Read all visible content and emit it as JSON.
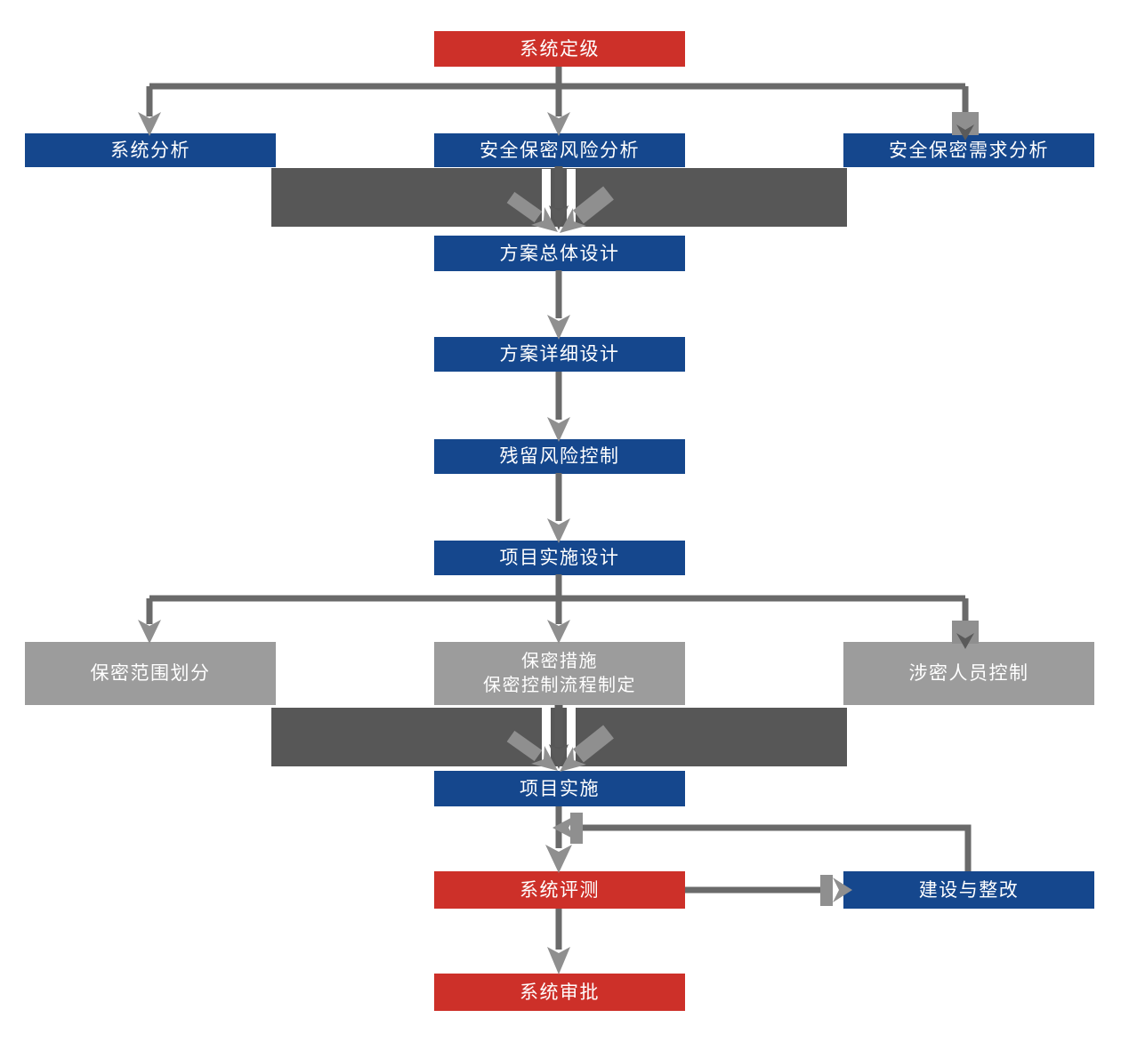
{
  "diagram": {
    "type": "flowchart",
    "colors": {
      "red_box": "#cd3029",
      "blue_box": "#15478d",
      "gray_box": "#9c9c9c",
      "dark_merge_bar": "#575757",
      "connector_line": "#6a6a6a",
      "light_arrowhead": "#8f8f8f",
      "text": "#ffffff",
      "background": "#ffffff"
    },
    "nodes": {
      "system_grading": {
        "label": "系统定级",
        "style": "red"
      },
      "system_analysis": {
        "label": "系统分析",
        "style": "blue"
      },
      "security_risk_analysis": {
        "label": "安全保密风险分析",
        "style": "blue"
      },
      "security_requirement_analysis": {
        "label": "安全保密需求分析",
        "style": "blue"
      },
      "overall_scheme_design": {
        "label": "方案总体设计",
        "style": "blue"
      },
      "detailed_scheme_design": {
        "label": "方案详细设计",
        "style": "blue"
      },
      "residual_risk_control": {
        "label": "残留风险控制",
        "style": "blue"
      },
      "project_implementation_design": {
        "label": "项目实施设计",
        "style": "blue"
      },
      "secrecy_scope_division": {
        "label": "保密范围划分",
        "style": "gray"
      },
      "secrecy_measures": {
        "line1": "保密措施",
        "line2": "保密控制流程制定",
        "style": "gray"
      },
      "classified_personnel_control": {
        "label": "涉密人员控制",
        "style": "gray"
      },
      "project_implementation": {
        "label": "项目实施",
        "style": "blue"
      },
      "system_evaluation": {
        "label": "系统评测",
        "style": "red"
      },
      "construction_rectification": {
        "label": "建设与整改",
        "style": "blue"
      },
      "system_approval": {
        "label": "系统审批",
        "style": "red"
      }
    },
    "edges": [
      {
        "from": "系统定级",
        "to": "系统分析"
      },
      {
        "from": "系统定级",
        "to": "安全保密风险分析"
      },
      {
        "from": "系统定级",
        "to": "安全保密需求分析"
      },
      {
        "from": "系统分析",
        "to": "方案总体设计"
      },
      {
        "from": "安全保密风险分析",
        "to": "方案总体设计"
      },
      {
        "from": "安全保密需求分析",
        "to": "方案总体设计"
      },
      {
        "from": "方案总体设计",
        "to": "方案详细设计"
      },
      {
        "from": "方案详细设计",
        "to": "残留风险控制"
      },
      {
        "from": "残留风险控制",
        "to": "项目实施设计"
      },
      {
        "from": "项目实施设计",
        "to": "保密范围划分"
      },
      {
        "from": "项目实施设计",
        "to": "保密措施 保密控制流程制定"
      },
      {
        "from": "项目实施设计",
        "to": "涉密人员控制"
      },
      {
        "from": "保密范围划分",
        "to": "项目实施"
      },
      {
        "from": "保密措施 保密控制流程制定",
        "to": "项目实施"
      },
      {
        "from": "涉密人员控制",
        "to": "项目实施"
      },
      {
        "from": "项目实施",
        "to": "系统评测"
      },
      {
        "from": "系统评测",
        "to": "建设与整改"
      },
      {
        "from": "建设与整改",
        "to": "系统评测"
      },
      {
        "from": "系统评测",
        "to": "系统审批"
      }
    ]
  }
}
